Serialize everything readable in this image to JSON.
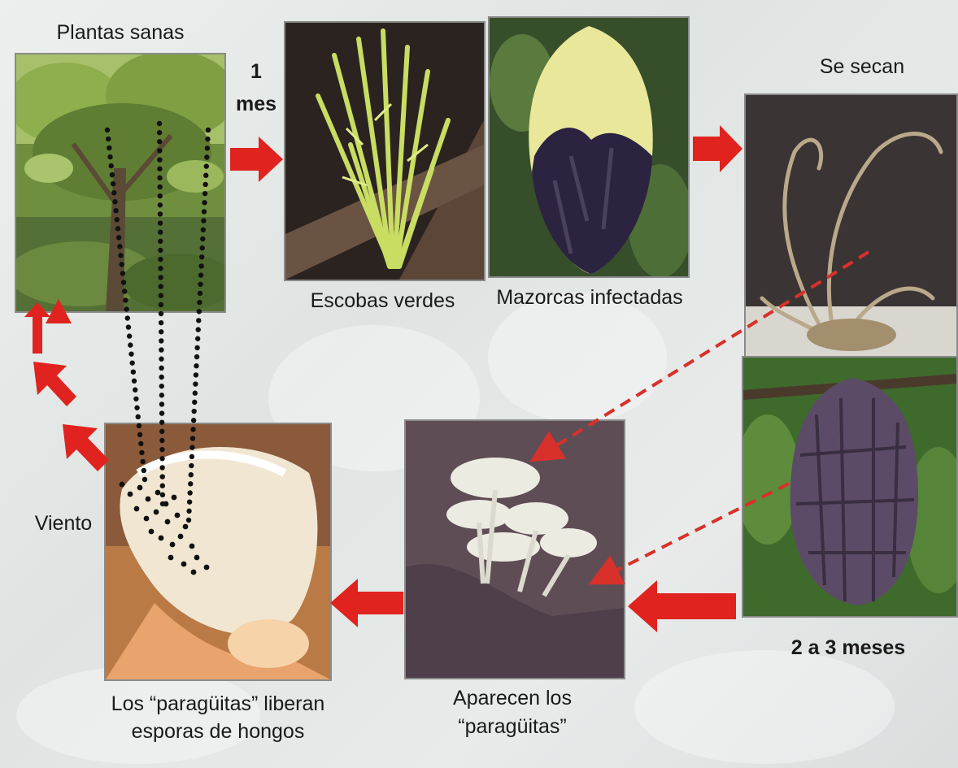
{
  "labels": {
    "healthy_plants": "Plantas sanas",
    "one_month_line1": "1",
    "one_month_line2": "mes",
    "green_brooms": "Escobas verdes",
    "infected_pods": "Mazorcas infectadas",
    "dry_out": "Se secan",
    "two_three_months": "2 a 3 meses",
    "umbrellas_appear_line1": "Aparecen los",
    "umbrellas_appear_line2": "“paragüitas”",
    "umbrellas_release_line1": "Los “paragüitas” liberan",
    "umbrellas_release_line2": "esporas de hongos",
    "wind": "Viento"
  },
  "colors": {
    "arrow_red": "#e0231e",
    "dashed_red": "#d8302a",
    "spore_dots": "#111111"
  }
}
